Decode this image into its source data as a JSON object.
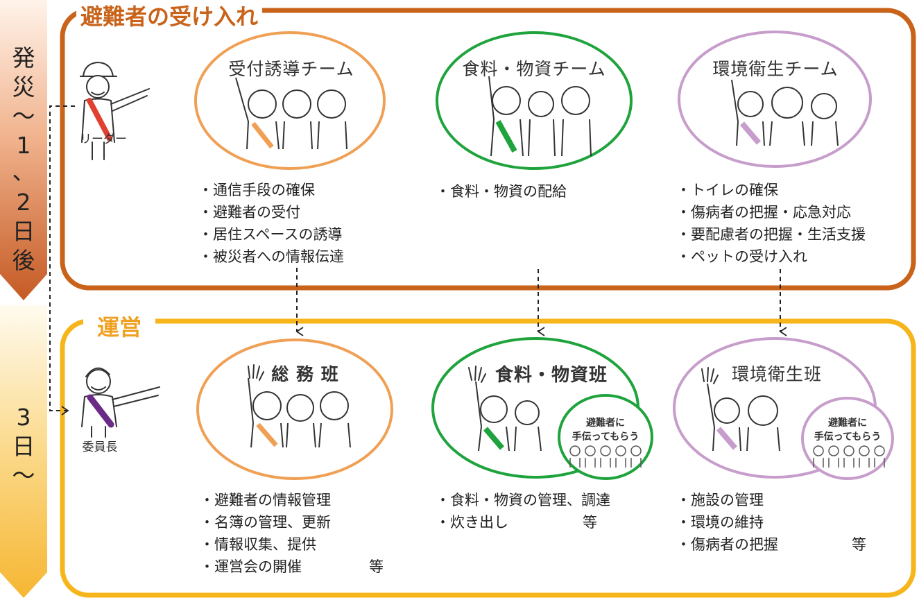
{
  "timeline": {
    "phase1": [
      "発",
      "災",
      "〜",
      "1",
      "、",
      "2",
      "日",
      "後"
    ],
    "phase2": [
      "3",
      "日",
      "〜"
    ]
  },
  "section1": {
    "title": "避難者の受け入れ",
    "leader_label": "リーダー",
    "teams": [
      {
        "name": "受付誘導チーム",
        "duties": [
          "・通信手段の確保",
          "・避難者の受付",
          "・居住スペースの誘導",
          "・被災者への情報伝達"
        ]
      },
      {
        "name": "食料・物資チーム",
        "duties": [
          "・食料・物資の配給"
        ]
      },
      {
        "name": "環境衛生チーム",
        "duties": [
          "・トイレの確保",
          "・傷病者の把握・応急対応",
          "・要配慮者の把握・生活支援",
          "・ペットの受け入れ"
        ]
      }
    ]
  },
  "section2": {
    "title": "運営",
    "chair_label": "委員長",
    "helper_text": [
      "避難者に",
      "手伝ってもらう"
    ],
    "teams": [
      {
        "name": "総 務 班",
        "duties": [
          "・避難者の情報管理",
          "・名簿の管理、更新",
          "・情報収集、提供",
          "・運営会の開催"
        ],
        "suffix": "等"
      },
      {
        "name": "食料・物資班",
        "duties": [
          "・食料・物資の管理、調達",
          "・炊き出し"
        ],
        "suffix": "等"
      },
      {
        "name": "環境衛生班",
        "duties": [
          "・施設の管理",
          "・環境の維持",
          "・傷病者の把握"
        ],
        "suffix": "等"
      }
    ]
  },
  "colors": {
    "section1_border": "#c9631a",
    "section2_border": "#f6b51b",
    "team1": "#f0a055",
    "team2": "#1fa33d",
    "team3": "#c79dcb",
    "timeline_top": "#c55a24",
    "timeline_bottom": "#f6b632"
  }
}
